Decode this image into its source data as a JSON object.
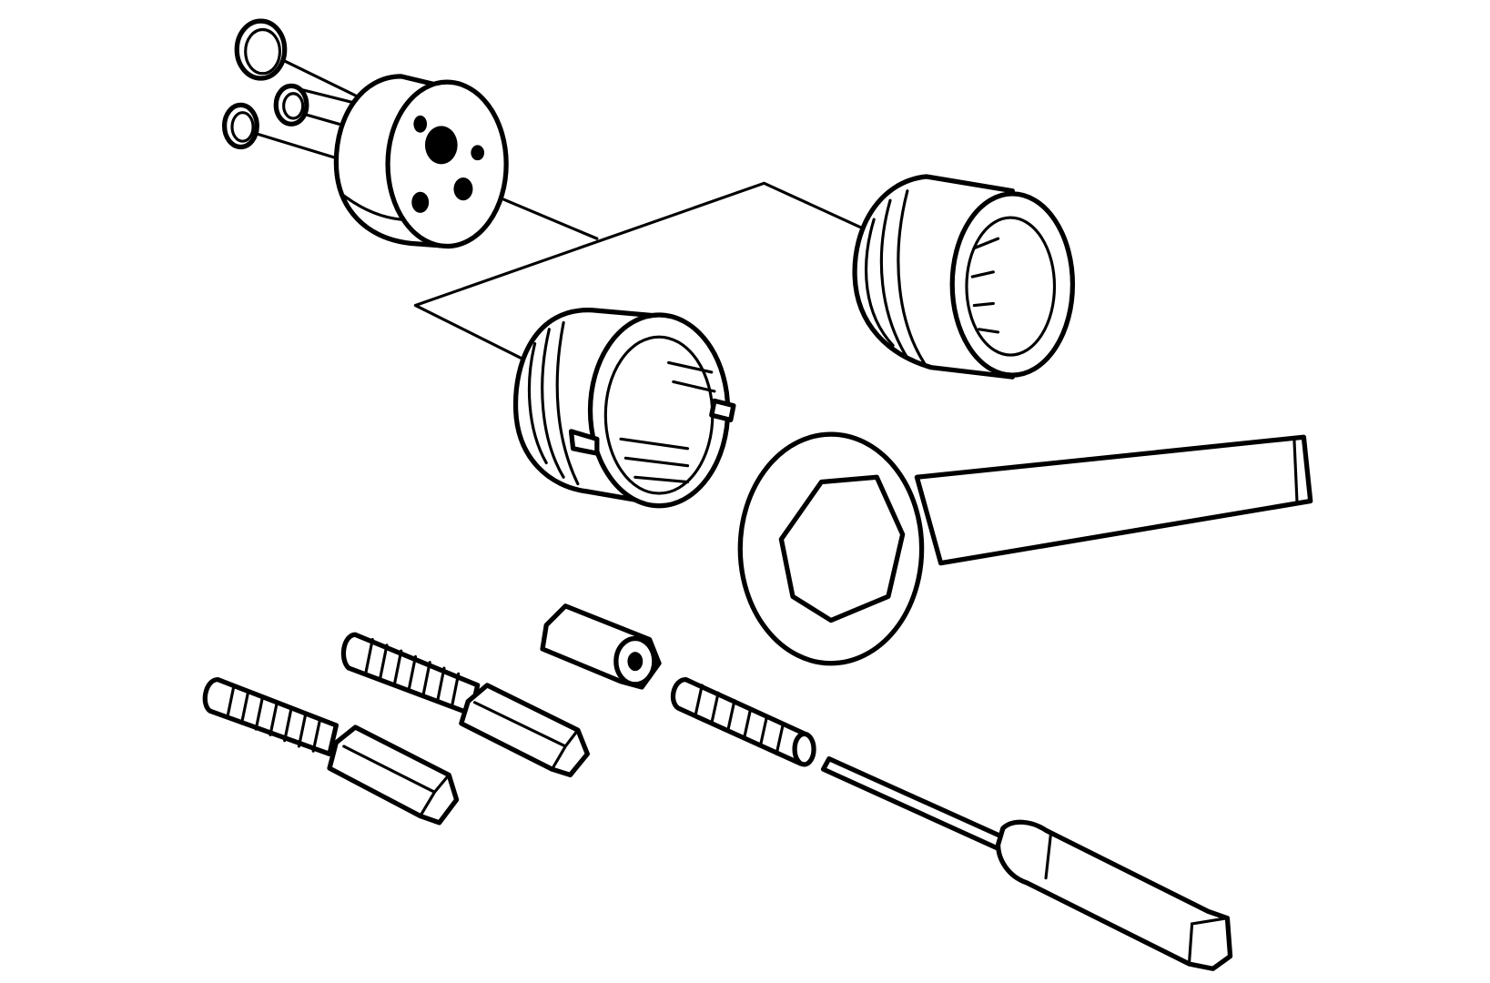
{
  "illustration": {
    "background": "#ffffff",
    "stroke_color": "#000000",
    "parts": [
      "o-ring-large",
      "o-ring-small-1",
      "o-ring-small-2",
      "cartridge-cap",
      "threaded-sleeve",
      "threaded-nut",
      "spanner-wrench",
      "stud-bolt-1",
      "stud-bolt-2",
      "hex-coupler",
      "spring",
      "screwdriver"
    ]
  }
}
